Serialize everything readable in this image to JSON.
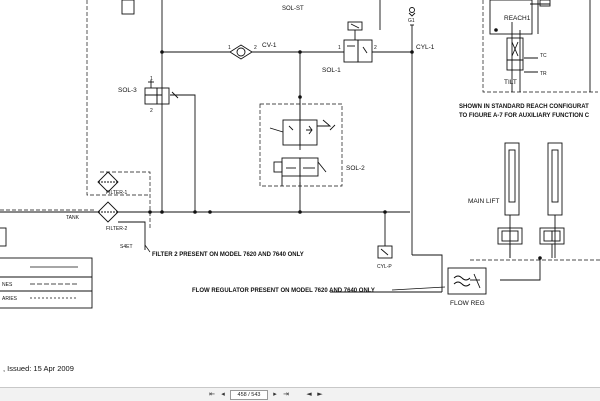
{
  "labels": {
    "sol_st": "SOL-ST",
    "g1": "G1",
    "reach1": "REACH1",
    "tc": "TC",
    "tilt": "TILT",
    "tr": "TR",
    "cv1": "CV-1",
    "cv1_port1": "1",
    "cv1_port2": "2",
    "cyl1": "CYL-1",
    "sol1": "SOL-1",
    "sol1_port1": "1",
    "sol1_port2": "2",
    "sol3": "SOL-3",
    "sol3_port1": "1",
    "sol3_port2": "2",
    "sol2": "SOL-2",
    "filter1": "FILTER-1",
    "filter2": "FILTER-2",
    "tank": "TANK",
    "s4et": "S4ET",
    "main_lift": "MAIN LIFT",
    "cyl_p": "CYL-P",
    "flow_reg": "FLOW REG"
  },
  "notes": {
    "standard_reach_1": "SHOWN IN STANDARD REACH CONFIGURAT",
    "standard_reach_2": "TO FIGURE A-7 FOR AUXILIARY FUNCTION C",
    "filter2_note": "FILTER 2 PRESENT ON MODEL 7620 AND 7640 ONLY",
    "flow_reg_note": "FLOW REGULATOR PRESENT ON MODEL 7620 AND 7640 ONLY"
  },
  "legend": {
    "rows": [
      "NES",
      "ARIES"
    ]
  },
  "footer": {
    "issued": ", Issued: 15 Apr 2009"
  },
  "viewer": {
    "page_indicator": "458 / 543",
    "icons": [
      "first-page-icon",
      "previous-page-icon",
      "next-page-icon",
      "last-page-icon",
      "previous-view-icon",
      "next-view-icon"
    ]
  },
  "colors": {
    "line": "#111111",
    "background": "#ffffff",
    "toolbar": "#f2f2f2"
  }
}
